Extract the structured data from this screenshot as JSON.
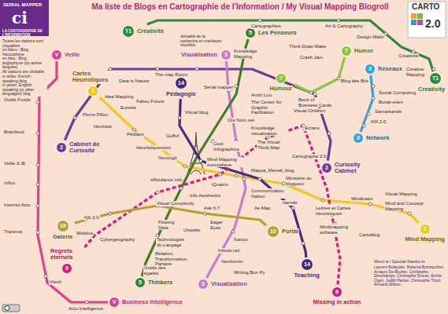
{
  "diagram": {
    "title": "Ma liste de Blogs en Cartographie de l'Information / My Visual Mapping Blogroll",
    "nodes": [
      {
        "text": [
          "T1",
          "Créativité"
        ]
      },
      {
        "text": [
          "T1",
          "Creativity"
        ]
      },
      {
        "text": [
          "V",
          "Veille"
        ]
      },
      {
        "text": [
          "V",
          "Business Intelligence"
        ]
      },
      {
        "text": [
          "1",
          "Cartes Heuristiques"
        ]
      },
      {
        "text": [
          "1",
          "Mind Mapping"
        ]
      },
      {
        "text": [
          "2",
          "Cabinet de Curiosité"
        ]
      },
      {
        "text": [
          "2",
          "Curiosity Cabinet"
        ]
      },
      {
        "text": [
          "3",
          "Visualisation"
        ]
      },
      {
        "text": [
          "3",
          "Visualization"
        ]
      },
      {
        "text": [
          "5",
          "Les Penseurs"
        ]
      },
      {
        "text": [
          "5",
          "Thinkers"
        ]
      },
      {
        "text": [
          "7",
          "Humour"
        ]
      },
      {
        "text": [
          "7",
          "Humor"
        ]
      },
      {
        "text": [
          "3",
          "Réseaux"
        ]
      },
      {
        "text": [
          "3",
          "Network"
        ]
      },
      {
        "text": [
          "14",
          "Pédagogie"
        ]
      },
      {
        "text": [
          "14",
          "Teaching"
        ]
      },
      {
        "text": [
          "8",
          "Regrets éternels"
        ]
      },
      {
        "text": [
          "8",
          "Missing in action"
        ]
      },
      {
        "text": [
          "10",
          "Galerie"
        ]
      },
      {
        "text": [
          "10",
          "Portal"
        ]
      }
    ],
    "edges": [
      {
        "from": 0,
        "to": 1,
        "arrow": "none"
      },
      {
        "from": 2,
        "to": 3,
        "arrow": "none"
      },
      {
        "from": 4,
        "to": 5,
        "arrow": "none"
      },
      {
        "from": 6,
        "to": 7,
        "arrow": "none"
      },
      {
        "from": 8,
        "to": 9,
        "arrow": "none"
      },
      {
        "from": 10,
        "to": 11,
        "arrow": "none"
      },
      {
        "from": 12,
        "to": 13,
        "arrow": "none"
      },
      {
        "from": 14,
        "to": 15,
        "arrow": "none"
      },
      {
        "from": 16,
        "to": 17,
        "arrow": "none"
      },
      {
        "from": 18,
        "to": 19,
        "arrow": "none"
      },
      {
        "from": 20,
        "to": 21,
        "arrow": "none"
      }
    ],
    "labels": [
      "SERIAL MAPPER",
      "ci",
      "LA CARTOGRAPHIE DE L'INFORMATION",
      "Toutes les stations sont cliquables",
      "en blanc : Blog francophone",
      "en bleu : Blog anglophone (ou autres langues)",
      "All stations are clickable",
      "in white: French-speaking blog",
      "in green: English speaking (or other languages) blog",
      "CARTO",
      "2.0",
      "Cartographies",
      "Art & Cartography",
      "Design Matin",
      "Créativité",
      "Creative Mapping",
      "Knowledge Mapping",
      "Actualité de la recherche en interfaces visuelles",
      "Serial mapper",
      "The map Room",
      "Data is Nature",
      "Fabso Future",
      "Visual blog",
      "Andrt Loo",
      "The Center for Graphic Facilitation",
      "Out Nom.net",
      "Knowledge visualization",
      "Cool Infographics",
      "The Visual Think Map",
      "Think-Draw-Make",
      "Crash Jam",
      "Book of Business Cards",
      "Blog des Bits",
      "Visual Children",
      "Ecrans",
      "Cartographe 2.0",
      "Social Computing",
      "Burak-etten",
      "Samarkande",
      "KM 2.0",
      "Pierre Pillon",
      "Idea Mapping",
      "Eurekis",
      "Heuristic",
      "Pétillant",
      "Heuristiquement",
      "Guffof",
      "Neocogit",
      "Mind Mapping everywhere",
      "Affordance info",
      "iQuatrix",
      "Info Aesthetics",
      "Visual Complexity",
      "Ask 6.7",
      "Mappa_Mental_blog",
      "Communication Nation",
      "Ministère du blogueur",
      "As Map",
      "Hanski",
      "Lettres et Cartes Heuristiques",
      "Mindmapping software",
      "Mindicator",
      "Visual Mapping",
      "Mind and Concept Mapping",
      "Cartoblog",
      "Kjb 2.0",
      "Webilus",
      "Cybergeography",
      "Flowing Data",
      "Uswebs",
      "Eager Eyes",
      "Technologies du Langage",
      "Relation, Transformation, Partage",
      "Guide des égarés",
      "Kartoo",
      "Infovis.net",
      "Neoformix",
      "Writing Bon Py",
      "Outils Froids",
      "Brainfeed",
      "Veille & IE",
      "Influx",
      "Internet Actu",
      "Transnet",
      "Vtech",
      "Actu Intelligence",
      "Merci à / Special thanks to",
      "Laurent Bolaydier, Roberta Bozzacchini, Amaury De Bucher, Christophe Deschamps, Christophe Drouet, Emilie Ogez, Judith Parker, Christophe Tricot, Armand Wilson"
    ]
  }
}
